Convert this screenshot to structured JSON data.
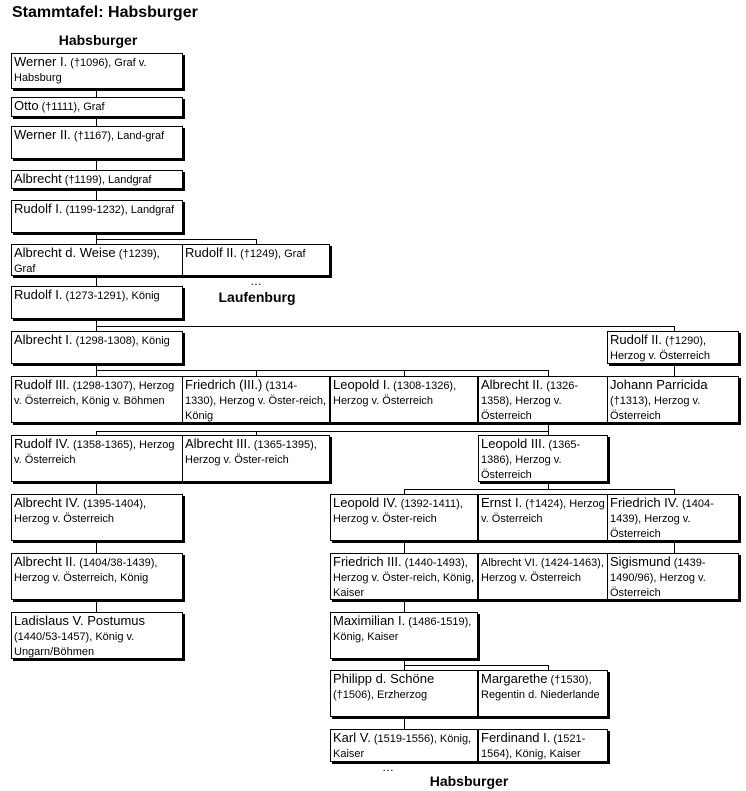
{
  "title": "Stammtafel: Habsburger",
  "headers": {
    "top": "Habsburger",
    "laufenburg": "Laufenburg",
    "bottom": "Habsburger"
  },
  "ellipsis": "…",
  "people": {
    "werner1": {
      "name": "Werner I.",
      "desc": " (†1096), Graf v. Habsburg"
    },
    "otto": {
      "name": "Otto",
      "desc": " (†1111), Graf"
    },
    "werner2": {
      "name": "Werner II.",
      "desc": " (†1167), Land-graf"
    },
    "albrecht": {
      "name": "Albrecht",
      "desc": " (†1199), Landgraf"
    },
    "rudolf1a": {
      "name": "Rudolf I.",
      "desc": " (1199-1232), Landgraf"
    },
    "albrecht_weise": {
      "name": "Albrecht d. Weise",
      "desc": " (†1239), Graf"
    },
    "rudolf2_graf": {
      "name": "Rudolf II.",
      "desc": " (†1249), Graf"
    },
    "rudolf1_koenig": {
      "name": "Rudolf I.",
      "desc": " (1273-1291), König"
    },
    "albrecht1": {
      "name": "Albrecht I.",
      "desc": " (1298-1308), König"
    },
    "rudolf2_herzog": {
      "name": "Rudolf II.",
      "desc": " (†1290), Herzog v. Österreich"
    },
    "rudolf3": {
      "name": "Rudolf III.",
      "desc": " (1298-1307), Herzog v. Österreich, König v. Böhmen"
    },
    "friedrich3_early": {
      "name": "Friedrich (III.)",
      "desc": " (1314-1330), Herzog v. Öster-reich, König"
    },
    "leopold1": {
      "name": "Leopold I.",
      "desc": " (1308-1326), Herzog v. Österreich"
    },
    "albrecht2_early": {
      "name": "Albrecht II.",
      "desc": " (1326-1358), Herzog v. Österreich"
    },
    "johann": {
      "name": "Johann Parricida",
      "desc": " (†1313), Herzog v. Österreich"
    },
    "rudolf4": {
      "name": "Rudolf IV.",
      "desc": " (1358-1365), Herzog v. Österreich"
    },
    "albrecht3": {
      "name": "Albrecht III.",
      "desc": " (1365-1395), Herzog v. Öster-reich"
    },
    "leopold3": {
      "name": "Leopold III.",
      "desc": " (1365-1386), Herzog v. Österreich"
    },
    "albrecht4": {
      "name": "Albrecht IV.",
      "desc": " (1395-1404), Herzog v. Österreich"
    },
    "leopold4": {
      "name": "Leopold IV.",
      "desc": " (1392-1411), Herzog v. Öster-reich"
    },
    "ernst1": {
      "name": "Ernst I.",
      "desc": " (†1424), Herzog v. Österreich"
    },
    "friedrich4": {
      "name": "Friedrich IV.",
      "desc": " (1404-1439), Herzog v. Österreich"
    },
    "albrecht2_late": {
      "name": "Albrecht II.",
      "desc": " (1404/38-1439), Herzog v. Österreich, König"
    },
    "friedrich3": {
      "name": "Friedrich III.",
      "desc": " (1440-1493), Herzog v. Öster-reich, König, Kaiser"
    },
    "albrecht6": {
      "name": "Albrecht VI.",
      "desc": " (1424-1463), Herzog v. Österreich"
    },
    "sigismund": {
      "name": "Sigismund",
      "desc": " (1439-1490/96), Herzog v. Österreich"
    },
    "ladislaus": {
      "name": "Ladislaus V. Postumus",
      "desc": " (1440/53-1457), König v. Ungarn/Böhmen"
    },
    "maximilian1": {
      "name": "Maximilian I.",
      "desc": " (1486-1519), König, Kaiser"
    },
    "philipp": {
      "name": "Philipp d. Schöne",
      "desc": " (†1506), Erzherzog"
    },
    "margarethe": {
      "name": "Margarethe",
      "desc": " (†1530), Regentin d. Niederlande"
    },
    "karl5": {
      "name": "Karl V.",
      "desc": " (1519-1556), König, Kaiser"
    },
    "ferdinand1": {
      "name": "Ferdinand I.",
      "desc": " (1521-1564), König, Kaiser"
    }
  }
}
